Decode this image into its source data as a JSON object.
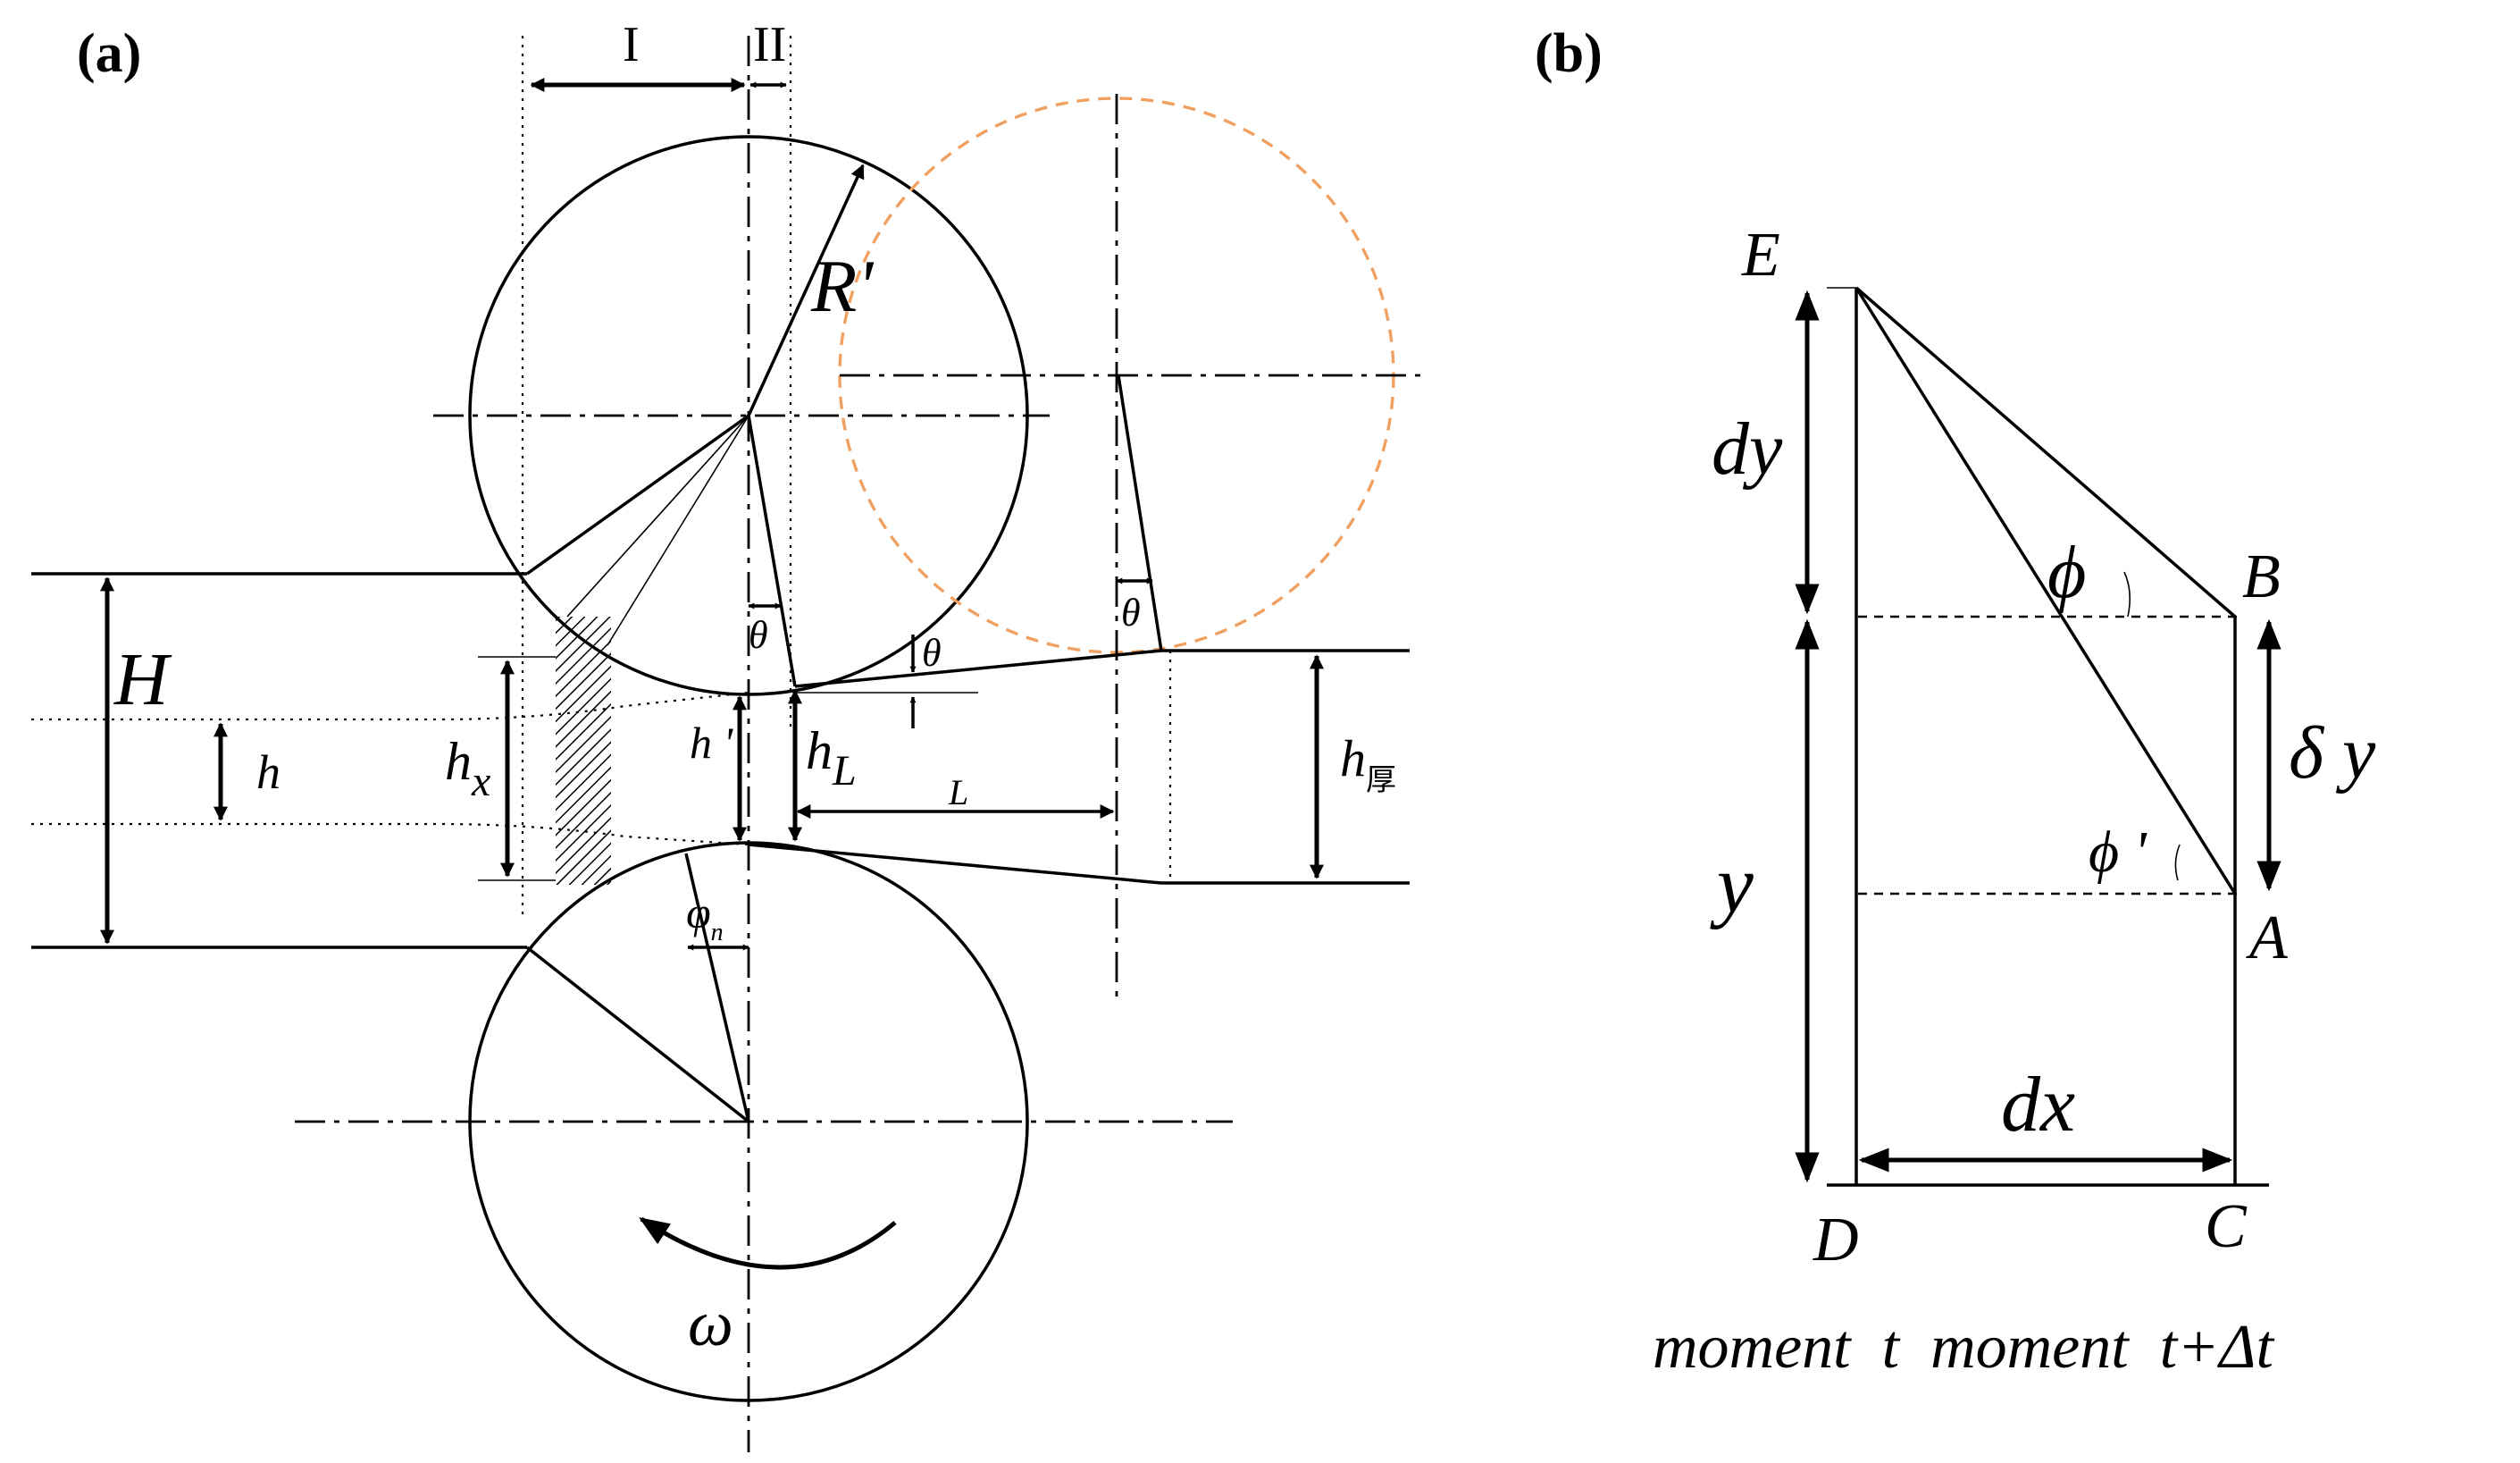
{
  "panels": {
    "a": "(a)",
    "b": "(b)"
  },
  "diagram_a": {
    "zone_labels": {
      "zone_1": "I",
      "zone_2": "II"
    },
    "labels": {
      "radius": "R'",
      "entry_thickness": "H",
      "mid_thickness": "h",
      "local_thickness": "h",
      "local_sub": "x",
      "neutral_thickness": "h '",
      "exit_thickness": "h",
      "exit_sub": "L",
      "length": "L",
      "thick_label": "h",
      "thick_sub": "厚",
      "theta_1": "θ",
      "theta_2": "θ",
      "theta_3": "θ",
      "phi_n": "φ",
      "phi_n_sub": "n",
      "omega": "ω"
    }
  },
  "diagram_b": {
    "points": {
      "E": "E",
      "B": "B",
      "A": "A",
      "D": "D",
      "C": "C"
    },
    "labels": {
      "dy": "dy",
      "y": "y",
      "delta_y": "δ y",
      "dx": "dx",
      "phi": "ϕ",
      "phi_prime": "ϕ '"
    },
    "caption": "moment  t  moment  t+Δt"
  }
}
